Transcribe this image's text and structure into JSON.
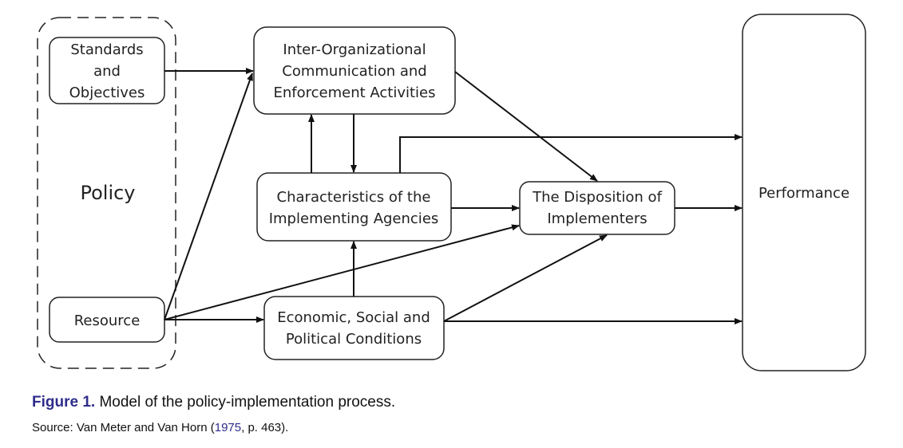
{
  "diagram": {
    "policy_group": {
      "label": "Policy",
      "standards": [
        "Standards",
        "and",
        "Objectives"
      ],
      "resource": "Resource"
    },
    "inter_org": [
      "Inter-Organizational",
      "Communication and",
      "Enforcement Activities"
    ],
    "characteristics": [
      "Characteristics of the",
      "Implementing Agencies"
    ],
    "disposition": [
      "The Disposition of",
      "Implementers"
    ],
    "conditions": [
      "Economic, Social and",
      "Political Conditions"
    ],
    "performance": "Performance"
  },
  "caption": {
    "figure_label": "Figure 1.",
    "text": " Model of the policy-implementation process.",
    "source_prefix": "Source: Van Meter and Van Horn (",
    "source_year": "1975",
    "source_suffix": ", p. 463)."
  },
  "colors": {
    "accent": "#2e2c8a"
  }
}
